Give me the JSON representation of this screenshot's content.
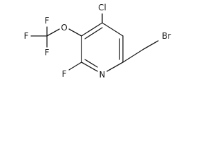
{
  "structure": {
    "atoms": {
      "cl": "Cl",
      "o": "O",
      "f_top": "F",
      "f_left": "F",
      "f_bottom": "F",
      "f_ring": "F",
      "n": "N",
      "br": "Br"
    }
  }
}
